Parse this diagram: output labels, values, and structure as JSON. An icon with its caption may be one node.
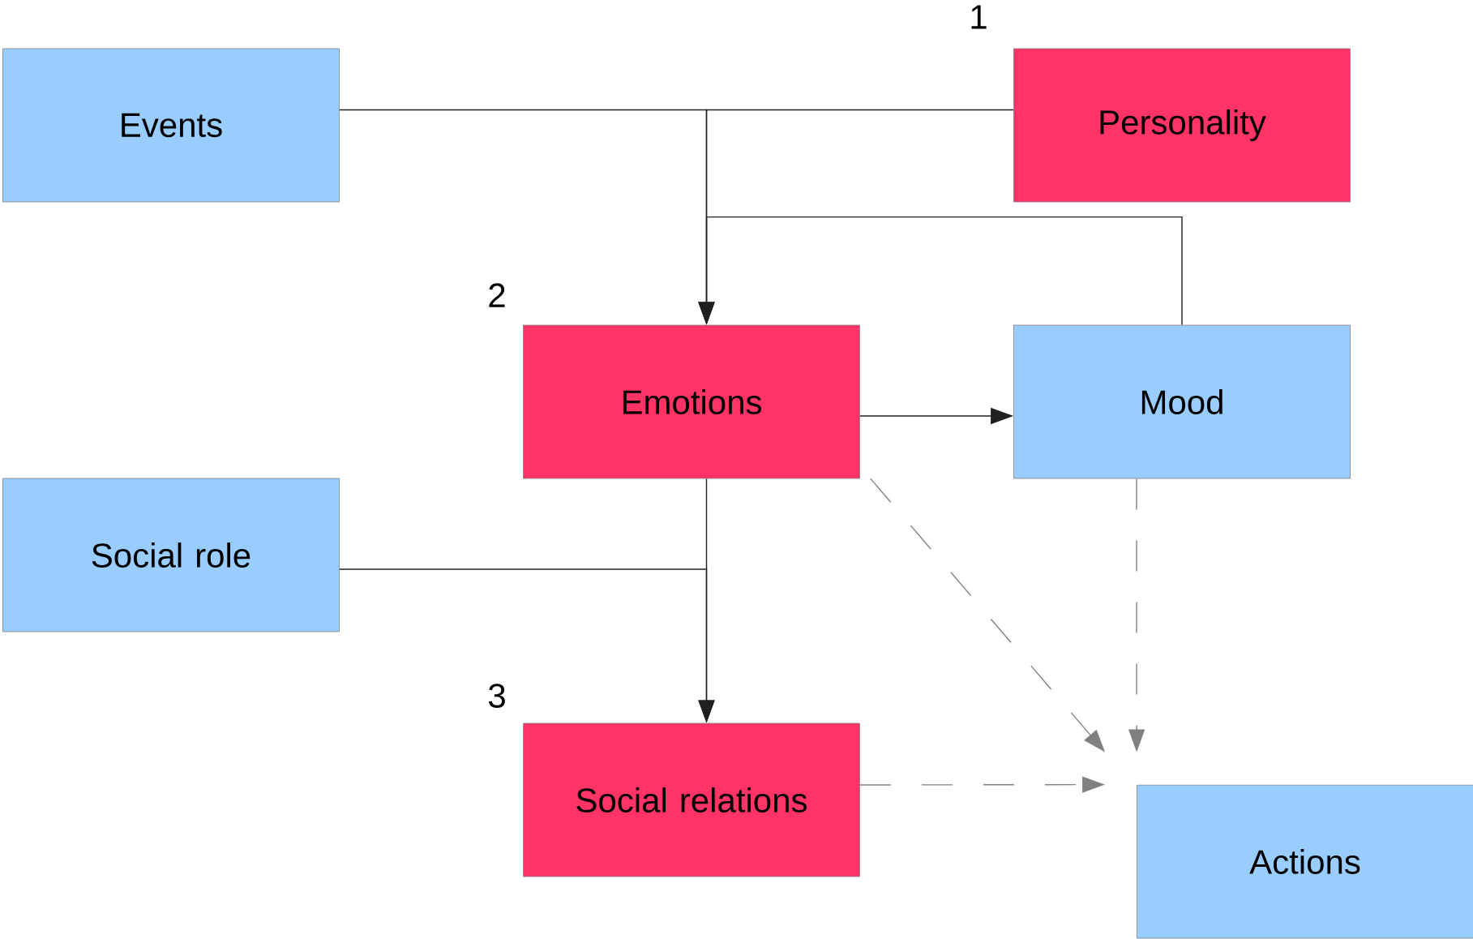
{
  "diagram": {
    "nodes": [
      {
        "text": [
          "Events"
        ]
      },
      {
        "text": [
          "Personality"
        ],
        "beside": [
          "1"
        ]
      },
      {
        "text": [
          "Emotions"
        ],
        "beside": [
          "2"
        ]
      },
      {
        "text": [
          "Mood"
        ]
      },
      {
        "text": [
          "Social role"
        ]
      },
      {
        "text": [
          "Social relations"
        ],
        "beside": [
          "3"
        ]
      },
      {
        "text": [
          "Actions"
        ]
      }
    ],
    "edges": [
      {
        "from": 0,
        "to": 2,
        "arrow": "to"
      },
      {
        "from": 1,
        "to": 2,
        "arrow": "to"
      },
      {
        "from": 2,
        "to": 3,
        "arrow": "to"
      },
      {
        "from": 3,
        "to": 2,
        "arrow": "to"
      },
      {
        "from": 2,
        "to": 5,
        "arrow": "to"
      },
      {
        "from": 4,
        "to": 5,
        "arrow": "to"
      },
      {
        "from": 2,
        "to": 6,
        "arrow": "to",
        "style": "dashed",
        "color": "#808080"
      },
      {
        "from": 3,
        "to": 6,
        "arrow": "to",
        "style": "dashed",
        "color": "#808080"
      },
      {
        "from": 5,
        "to": 6,
        "arrow": "to",
        "style": "dashed",
        "color": "#808080"
      }
    ]
  }
}
